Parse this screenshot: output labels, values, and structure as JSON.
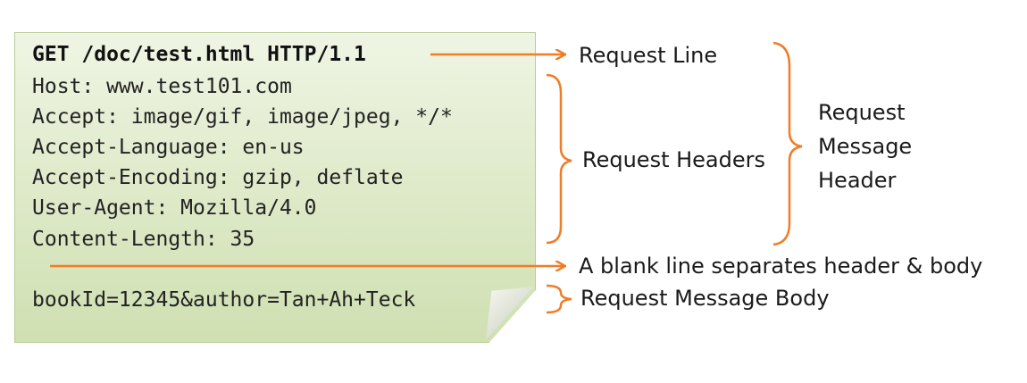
{
  "request": {
    "line": "GET /doc/test.html HTTP/1.1",
    "headers": [
      "Host: www.test101.com",
      "Accept: image/gif, image/jpeg, */*",
      "Accept-Language: en-us",
      "Accept-Encoding: gzip, deflate",
      "User-Agent: Mozilla/4.0",
      "Content-Length: 35"
    ],
    "body": "bookId=12345&author=Tan+Ah+Teck"
  },
  "labels": {
    "request_line": "Request Line",
    "request_headers": "Request Headers",
    "blank_line": "A blank line separates header & body",
    "message_body": "Request Message Body",
    "message_header": [
      "Request",
      "Message",
      "Header"
    ]
  },
  "colors": {
    "accent": "#f07c27",
    "note": "#dde9c7"
  }
}
